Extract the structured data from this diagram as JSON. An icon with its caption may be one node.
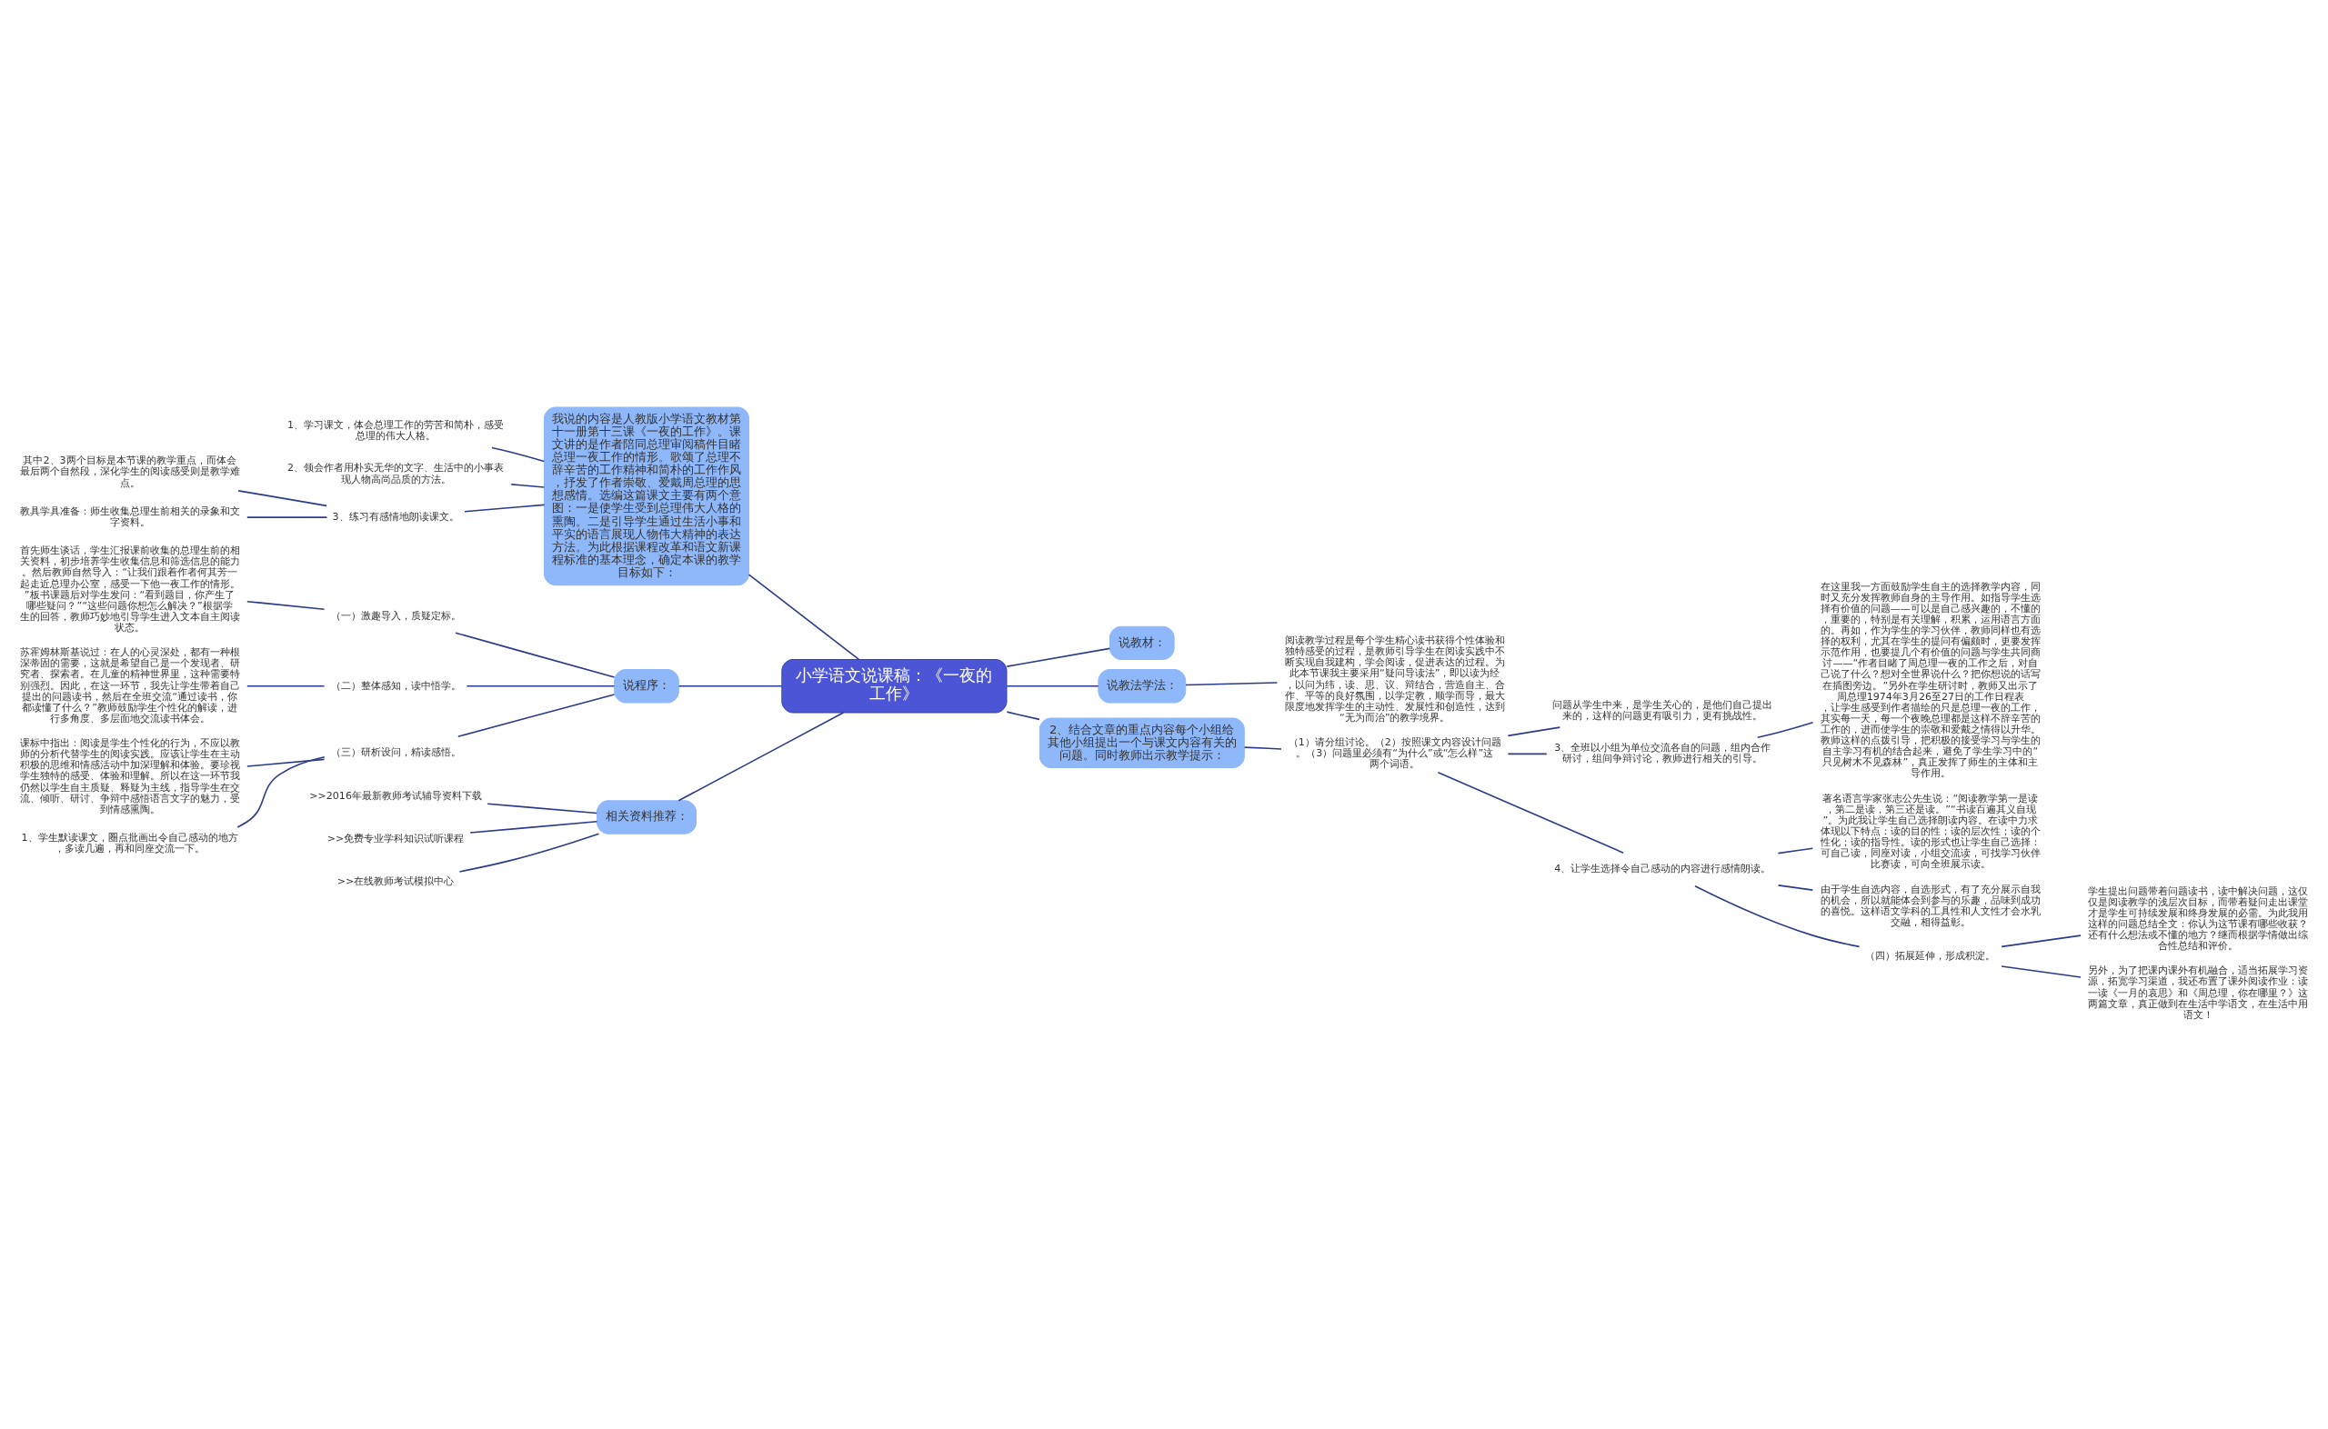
{
  "diagram": {
    "nodes": [
      {
        "text": [
          "小学语文说课稿：《一夜的工作》"
        ]
      },
      {
        "text": [
          "我说的内容是人教版小学语文教材第十一册第十三课《一夜的工作》。课文讲的是作者陪同总理审阅稿件目睹总理一夜工作的情形。歌颂了总理不辞辛苦的工作精神和简朴的工作作风，抒发了作者崇敬、爱戴周总理的思想感情。选编这篇课文主要有两个意图：一是使学生受到总理伟大人格的熏陶。二是引导学生通过生活小事和平实的语言展现人物伟大精神的表达方法。为此根据课程改革和语文新课程标准的基本理念，确定本课的教学目标如下："
        ]
      },
      {
        "text": [
          "1、学习课文，体会总理工作的劳苦和简朴，感受总理的伟大人格。"
        ]
      },
      {
        "text": [
          "2、领会作者用朴实无华的文字、生活中的小事表现人物高尚品质的方法。"
        ]
      },
      {
        "text": [
          "3、练习有感情地朗读课文。"
        ]
      },
      {
        "text": [
          "其中2、3两个目标是本节课的教学重点，而体会最后两个自然段，深化学生的阅读感受则是教学难点。"
        ]
      },
      {
        "text": [
          "教具学具准备：师生收集总理生前相关的录象和文字资料。"
        ]
      },
      {
        "text": [
          "说程序："
        ]
      },
      {
        "text": [
          "（一）激趣导入，质疑定标。"
        ]
      },
      {
        "text": [
          "首先师生谈话，学生汇报课前收集的总理生前的相关资料，初步培养学生收集信息和筛选信息的能力。然后教师自然导入：“让我们跟着作者何其芳一起走近总理办公室，感受一下他一夜工作的情形。”板书课题后对学生发问：“看到题目，你产生了哪些疑问？”“这些问题你想怎么解决？”根据学生的回答，教师巧妙地引导学生进入文本自主阅读状态。"
        ]
      },
      {
        "text": [
          "（二）整体感知，读中悟学。"
        ]
      },
      {
        "text": [
          "苏霍姆林斯基说过：在人的心灵深处，都有一种根深蒂固的需要，这就是希望自己是一个发现者、研究者、探索者。在儿童的精神世界里，这种需要特别强烈。因此，在这一环节，我先让学生带着自己提出的问题读书，然后在全班交流“通过读书，你都读懂了什么？”教师鼓励学生个性化的解读，进行多角度、多层面地交流读书体会。"
        ]
      },
      {
        "text": [
          "（三）研析设问，精读感悟。"
        ]
      },
      {
        "text": [
          "课标中指出：阅读是学生个性化的行为，不应以教师的分析代替学生的阅读实践。应该让学生在主动积极的思维和情感活动中加深理解和体验。要珍视学生独特的感受、体验和理解。所以在这一环节我仍然以学生自主质疑、释疑为主线，指导学生在交流、倾听、研讨、争辩中感悟语言文字的魅力，受到情感熏陶。"
        ]
      },
      {
        "text": [
          "1、学生默读课文，圈点批画出令自己感动的地方，多读几遍，再和同座交流一下。"
        ]
      },
      {
        "text": [
          "相关资料推荐："
        ]
      },
      {
        "text": [
          ">>2016年最新教师考试辅导资料下载"
        ]
      },
      {
        "text": [
          ">>免费专业学科知识试听课程"
        ]
      },
      {
        "text": [
          ">>在线教师考试模拟中心"
        ]
      },
      {
        "text": [
          "说教材："
        ]
      },
      {
        "text": [
          "说教法学法："
        ]
      },
      {
        "text": [
          "阅读教学过程是每个学生精心读书获得个性体验和独特感受的过程，是教师引导学生在阅读实践中不断实现自我建构，学会阅读，促进表达的过程。为此本节课我主要采用“疑问导读法”，即以读为经，以问为纬，读、思、议、辩结合，营造自主、合作、平等的良好氛围，以学定教，顺学而导，最大限度地发挥学生的主动性、发展性和创造性，达到“无为而治”的教学境界。"
        ]
      },
      {
        "text": [
          "2、结合文章的重点内容每个小组给其他小组提出一个与课文内容有关的问题。同时教师出示教学提示："
        ]
      },
      {
        "text": [
          "（1）请分组讨论。（2）按照课文内容设计问题。（3）问题里必须有“为什么”或“怎么样”这两个词语。"
        ]
      },
      {
        "text": [
          "问题从学生中来，是学生关心的，是他们自己提出来的，这样的问题更有吸引力，更有挑战性。"
        ]
      },
      {
        "text": [
          "3、全班以小组为单位交流各自的问题，组内合作研讨，组间争辩讨论，教师进行相关的引导。"
        ]
      },
      {
        "text": [
          "在这里我一方面鼓励学生自主的选择教学内容，同时又充分发挥教师自身的主导作用。如指导学生选择有价值的问题——可以是自己感兴趣的，不懂的，重要的，特别是有关理解，积累，运用语言方面的。再如，作为学生的学习伙伴，教师同样也有选择的权利，尤其在学生的提问有偏颇时，更要发挥示范作用，也要提几个有价值的问题与学生共同商讨——“作者目睹了周总理一夜的工作之后，对自己说了什么？想对全世界说什么？把你想说的话写在插图旁边。”另外在学生研讨时，教师又出示了周总理1974年3月26至27日的工作日程表，让学生感受到作者描绘的只是总理一夜的工作，其实每一天，每一个夜晚总理都是这样不辞辛苦的工作的，进而使学生的崇敬和爱戴之情得以升华。教师这样的点拨引导，把积极的接受学习与学生的自主学习有机的结合起来，避免了学生学习中的“只见树木不见森林”，真正发挥了师生的主体和主导作用。"
        ]
      },
      {
        "text": [
          "4、让学生选择令自己感动的内容进行感情朗读。"
        ]
      },
      {
        "text": [
          "著名语言学家张志公先生说：“阅读教学第一是读，第二是读，第三还是读。”“书读百遍其义自现”。为此我让学生自己选择朗读内容。在读中力求体现以下特点：读的目的性；读的层次性；读的个性化；读的指导性。读的形式也让学生自己选择：可自己读，同座对读，小组交流读，可找学习伙伴比赛读，可向全班展示读。"
        ]
      },
      {
        "text": [
          "由于学生自选内容，自选形式，有了充分展示自我的机会，所以就能体会到参与的乐趣，品味到成功的喜悦。这样语文学科的工具性和人文性才会水乳交融，相得益彰。"
        ]
      },
      {
        "text": [
          "（四）拓展延伸，形成积淀。"
        ]
      },
      {
        "text": [
          "学生提出问题带着问题读书，读中解决问题，这仅仅是阅读教学的浅层次目标，而带着疑问走出课堂才是学生可持续发展和终身发展的必需。为此我用这样的问题总结全文：你认为这节课有哪些收获？还有什么想法或不懂的地方？继而根据学情做出综合性总结和评价。"
        ]
      },
      {
        "text": [
          "另外，为了把课内课外有机融合，适当拓展学习资源，拓宽学习渠道，我还布置了课外阅读作业：读一读《一月的哀思》和《周总理，你在哪里？》这两篇文章，真正做到在生活中学语文，在生活中用语文！"
        ]
      }
    ],
    "edges": [
      {
        "from": 1,
        "to": 0,
        "arrow": "none"
      },
      {
        "from": 2,
        "to": 1,
        "arrow": "none"
      },
      {
        "from": 3,
        "to": 1,
        "arrow": "none"
      },
      {
        "from": 4,
        "to": 1,
        "arrow": "none"
      },
      {
        "from": 5,
        "to": 4,
        "arrow": "none"
      },
      {
        "from": 6,
        "to": 4,
        "arrow": "none"
      },
      {
        "from": 7,
        "to": 0,
        "arrow": "none"
      },
      {
        "from": 8,
        "to": 7,
        "arrow": "none"
      },
      {
        "from": 9,
        "to": 8,
        "arrow": "none"
      },
      {
        "from": 10,
        "to": 7,
        "arrow": "none"
      },
      {
        "from": 11,
        "to": 10,
        "arrow": "none"
      },
      {
        "from": 12,
        "to": 7,
        "arrow": "none"
      },
      {
        "from": 13,
        "to": 12,
        "arrow": "none"
      },
      {
        "from": 14,
        "to": 12,
        "arrow": "none"
      },
      {
        "from": 15,
        "to": 0,
        "arrow": "none"
      },
      {
        "from": 16,
        "to": 15,
        "arrow": "none"
      },
      {
        "from": 17,
        "to": 15,
        "arrow": "none"
      },
      {
        "from": 18,
        "to": 15,
        "arrow": "none"
      },
      {
        "from": 0,
        "to": 19,
        "arrow": "none"
      },
      {
        "from": 0,
        "to": 20,
        "arrow": "none"
      },
      {
        "from": 20,
        "to": 21,
        "arrow": "none"
      },
      {
        "from": 0,
        "to": 22,
        "arrow": "none"
      },
      {
        "from": 22,
        "to": 23,
        "arrow": "none"
      },
      {
        "from": 23,
        "to": 24,
        "arrow": "none"
      },
      {
        "from": 23,
        "to": 25,
        "arrow": "none"
      },
      {
        "from": 25,
        "to": 26,
        "arrow": "none"
      },
      {
        "from": 23,
        "to": 27,
        "arrow": "none"
      },
      {
        "from": 27,
        "to": 28,
        "arrow": "none"
      },
      {
        "from": 27,
        "to": 29,
        "arrow": "none"
      },
      {
        "from": 27,
        "to": 30,
        "arrow": "none"
      },
      {
        "from": 30,
        "to": 31,
        "arrow": "none"
      },
      {
        "from": 30,
        "to": 32,
        "arrow": "none"
      }
    ]
  }
}
